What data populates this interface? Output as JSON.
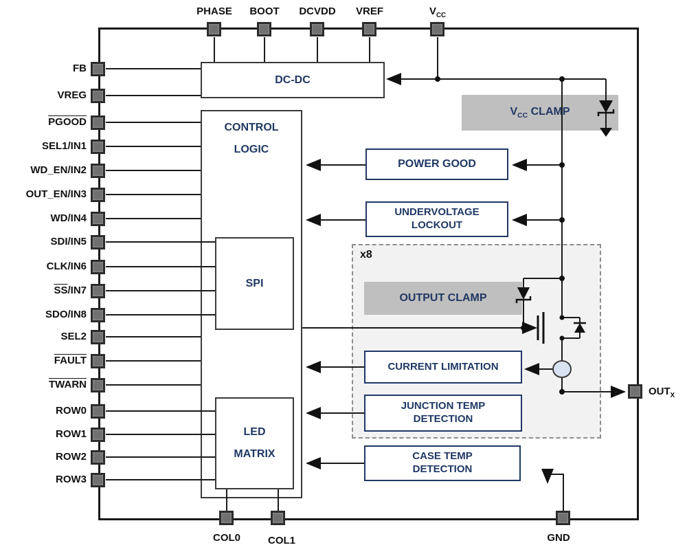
{
  "diagram": {
    "top_pins": [
      {
        "label": "PHASE"
      },
      {
        "label": "BOOT"
      },
      {
        "label": "DCVDD"
      },
      {
        "label": "VREF"
      },
      {
        "main": "V",
        "sub": "CC"
      }
    ],
    "left_pins": [
      {
        "label": "FB"
      },
      {
        "label": "VREG"
      },
      {
        "over": "PGOOD",
        "label": ""
      },
      {
        "label": "SEL1/IN1"
      },
      {
        "label": "WD_EN/IN2"
      },
      {
        "label": "OUT_EN/IN3"
      },
      {
        "label": "WD/IN4"
      },
      {
        "label": "SDI/IN5"
      },
      {
        "label": "CLK/IN6"
      },
      {
        "over": "SS",
        "label": "/IN7"
      },
      {
        "label": "SDO/IN8"
      },
      {
        "label": "SEL2"
      },
      {
        "over": "FAULT",
        "label": ""
      },
      {
        "over": "TWARN",
        "label": ""
      },
      {
        "label": "ROW0"
      },
      {
        "label": "ROW1"
      },
      {
        "label": "ROW2"
      },
      {
        "label": "ROW3"
      }
    ],
    "bottom_pins": [
      {
        "label": "COL0"
      },
      {
        "label": "COL1"
      },
      {
        "label": "GND"
      }
    ],
    "right_pin": {
      "main": "OUT",
      "sub": "X"
    },
    "blocks": {
      "dcdc": {
        "label": "DC-DC"
      },
      "control_logic": {
        "line1": "CONTROL",
        "line2": "LOGIC"
      },
      "spi": {
        "label": "SPI"
      },
      "led_matrix": {
        "line1": "LED",
        "line2": "MATRIX"
      },
      "power_good": {
        "label": "POWER GOOD"
      },
      "undervoltage_lockout": {
        "line1": "UNDERVOLTAGE",
        "line2": "LOCKOUT"
      },
      "vcc_clamp": {
        "main": "V",
        "sub": "CC",
        "rest": " CLAMP"
      },
      "multiplier": {
        "label": "x8"
      },
      "output_clamp": {
        "label": "OUTPUT CLAMP"
      },
      "current_limitation": {
        "label": "CURRENT LIMITATION"
      },
      "junction_temp": {
        "line1": "JUNCTION TEMP",
        "line2": "DETECTION"
      },
      "case_temp": {
        "line1": "CASE TEMP",
        "line2": "DETECTION"
      }
    },
    "colors": {
      "block_text": "#1F3864",
      "pin_fill": "#707070",
      "clamp_bar_fill": "#BFBFBF",
      "replica_box_fill": "#F2F2F2",
      "current_source_fill": "#D9E2F2"
    }
  }
}
